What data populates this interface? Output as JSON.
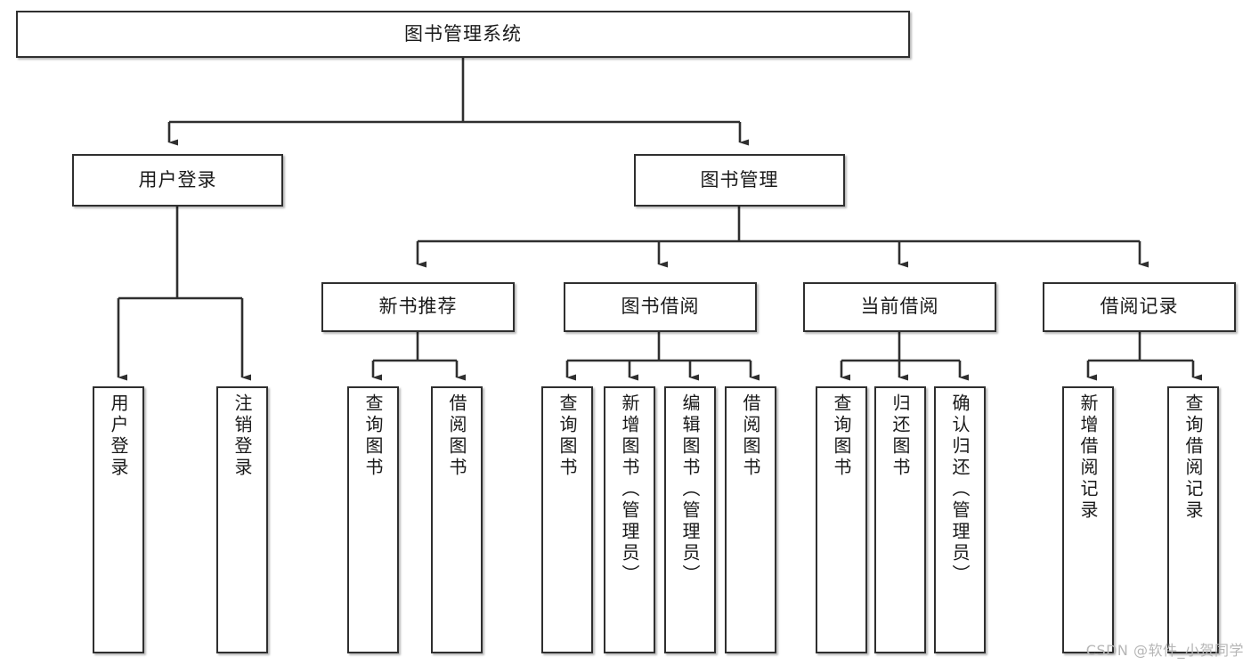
{
  "diagram": {
    "type": "tree-hierarchy-chart",
    "title": "图书管理系统",
    "colors": {
      "border": "#2f2f2f",
      "fill": "#ffffff",
      "connector": "#2f2f2f",
      "text": "#1a1a1a",
      "watermark": "#b6b6b6"
    },
    "levels": {
      "root": {
        "label": "图书管理系统"
      },
      "level2": [
        {
          "id": "user-login",
          "label": "用户登录"
        },
        {
          "id": "book-management",
          "label": "图书管理"
        }
      ],
      "level3": [
        {
          "id": "new-book-recommend",
          "label": "新书推荐"
        },
        {
          "id": "book-borrow",
          "label": "图书借阅"
        },
        {
          "id": "current-borrow",
          "label": "当前借阅"
        },
        {
          "id": "borrow-record",
          "label": "借阅记录"
        }
      ],
      "leaves": {
        "user-login": [
          {
            "id": "leaf-user-login",
            "label": "用户登录"
          },
          {
            "id": "leaf-logout-login",
            "label": "注销登录"
          }
        ],
        "new-book-recommend": [
          {
            "id": "leaf-query-book-1",
            "label": "查询图书"
          },
          {
            "id": "leaf-borrow-book-1",
            "label": "借阅图书"
          }
        ],
        "book-borrow": [
          {
            "id": "leaf-query-book-2",
            "label": "查询图书"
          },
          {
            "id": "leaf-add-book-admin",
            "label": "新增图书（管理员）"
          },
          {
            "id": "leaf-edit-book-admin",
            "label": "编辑图书（管理员）"
          },
          {
            "id": "leaf-borrow-book-2",
            "label": "借阅图书"
          }
        ],
        "current-borrow": [
          {
            "id": "leaf-query-book-3",
            "label": "查询图书"
          },
          {
            "id": "leaf-return-book",
            "label": "归还图书"
          },
          {
            "id": "leaf-confirm-return-admin",
            "label": "确认归还（管理员）"
          }
        ],
        "borrow-record": [
          {
            "id": "leaf-add-borrow-record",
            "label": "新增借阅记录"
          },
          {
            "id": "leaf-query-borrow-record",
            "label": "查询借阅记录"
          }
        ]
      }
    },
    "watermark": "CSDN @软件_小贺同学"
  }
}
